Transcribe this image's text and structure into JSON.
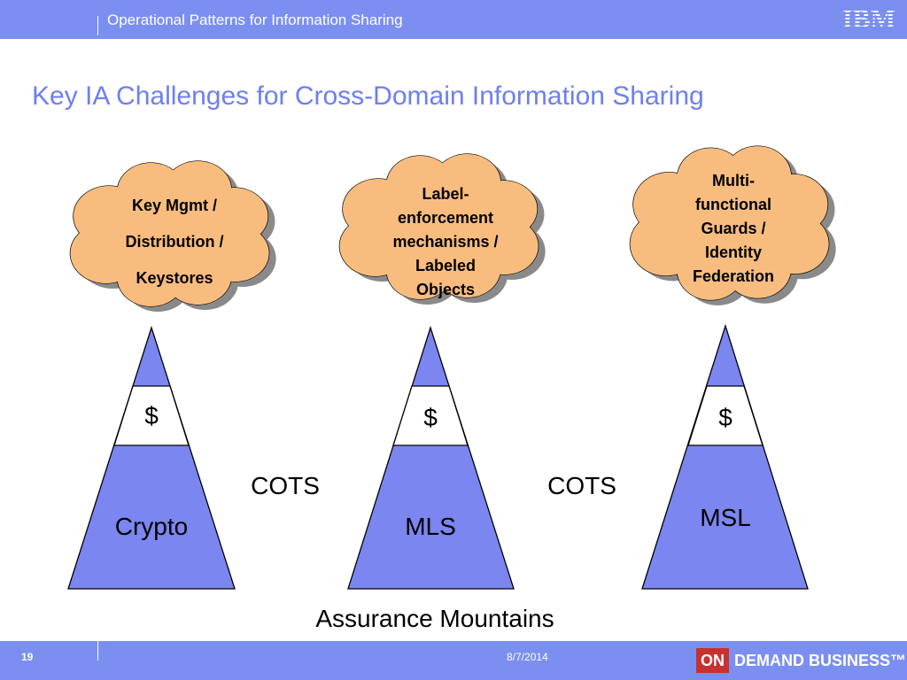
{
  "header": {
    "title": "Operational Patterns for Information Sharing",
    "logo": "IBM"
  },
  "slide": {
    "title": "Key IA Challenges for Cross-Domain Information Sharing"
  },
  "clouds": [
    {
      "lines": [
        "Key Mgmt /",
        "Distribution /",
        "Keystores"
      ]
    },
    {
      "lines": [
        "Label-",
        "enforcement",
        "mechanisms /",
        "Labeled",
        "Objects"
      ]
    },
    {
      "lines": [
        "Multi-",
        "functional",
        "Guards /",
        "Identity",
        "Federation"
      ]
    }
  ],
  "mountains": [
    {
      "cost": "$",
      "label": "Crypto"
    },
    {
      "cost": "$",
      "label": "MLS"
    },
    {
      "cost": "$",
      "label": "MSL"
    }
  ],
  "cots_labels": [
    "COTS",
    "COTS"
  ],
  "caption": "Assurance Mountains",
  "footer": {
    "page": "19",
    "date": "8/7/2014",
    "brand_on": "ON",
    "brand_rest": "DEMAND BUSINESS™"
  },
  "colors": {
    "bar": "#7b8ff0",
    "title": "#6e7ff0",
    "mountain": "#7b86f0",
    "cloud": "#f8bd7e",
    "cloud_shadow": "#8a8a8a",
    "brand_red": "#c8312e"
  }
}
